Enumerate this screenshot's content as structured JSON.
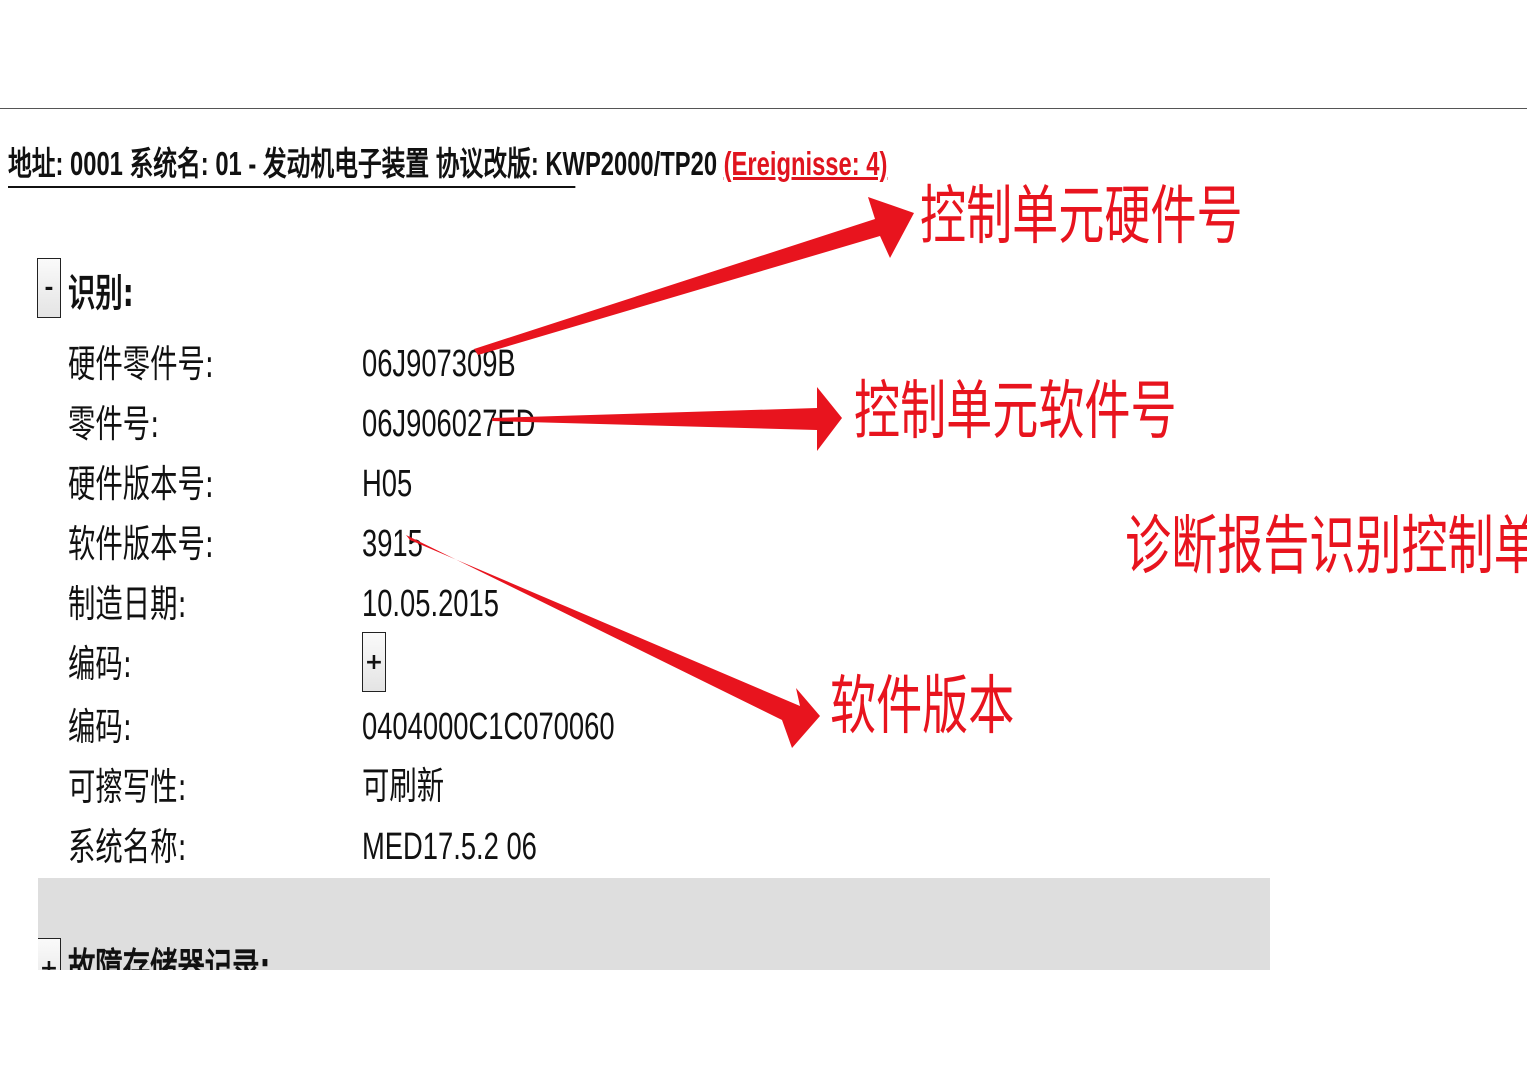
{
  "header": {
    "address_label": "地址:",
    "address_value": "0001",
    "system_label": "系统名:",
    "system_value": "01 - 发动机电子装置",
    "protocol_label": "协议改版:",
    "protocol_value": "KWP2000/TP20",
    "events": "(Ereignisse: 4)"
  },
  "identification": {
    "toggle": "-",
    "title": "识别:",
    "rows": [
      {
        "label": "硬件零件号:",
        "value": "06J907309B"
      },
      {
        "label": "零件号:",
        "value": "06J906027ED"
      },
      {
        "label": "硬件版本号:",
        "value": "H05"
      },
      {
        "label": "软件版本号:",
        "value": "3915"
      },
      {
        "label": "制造日期:",
        "value": "10.05.2015"
      },
      {
        "label": "编码:",
        "value": "+"
      },
      {
        "label": "编码:",
        "value": "0404000C1C070060"
      },
      {
        "label": "可擦写性:",
        "value": "可刷新"
      },
      {
        "label": "系统名称:",
        "value": "MED17.5.2 06"
      }
    ]
  },
  "fault_memory": {
    "toggle": "+",
    "title": "故障存储器记录:"
  },
  "annotations": {
    "hardware": "控制单元硬件号",
    "software": "控制单元软件号",
    "version": "软件版本",
    "report": "诊断报告识别控制单元"
  },
  "colors": {
    "annotation": "#e8141e",
    "events": "#e0141e",
    "panel": "#dedede"
  }
}
